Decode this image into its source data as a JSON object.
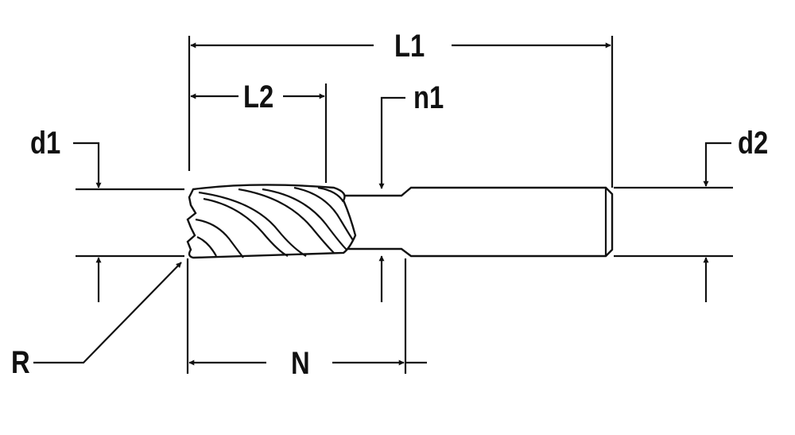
{
  "diagram": {
    "labels": {
      "L1": "L1",
      "L2": "L2",
      "n1": "n1",
      "d1": "d1",
      "d2": "d2",
      "R": "R",
      "N": "N"
    }
  }
}
